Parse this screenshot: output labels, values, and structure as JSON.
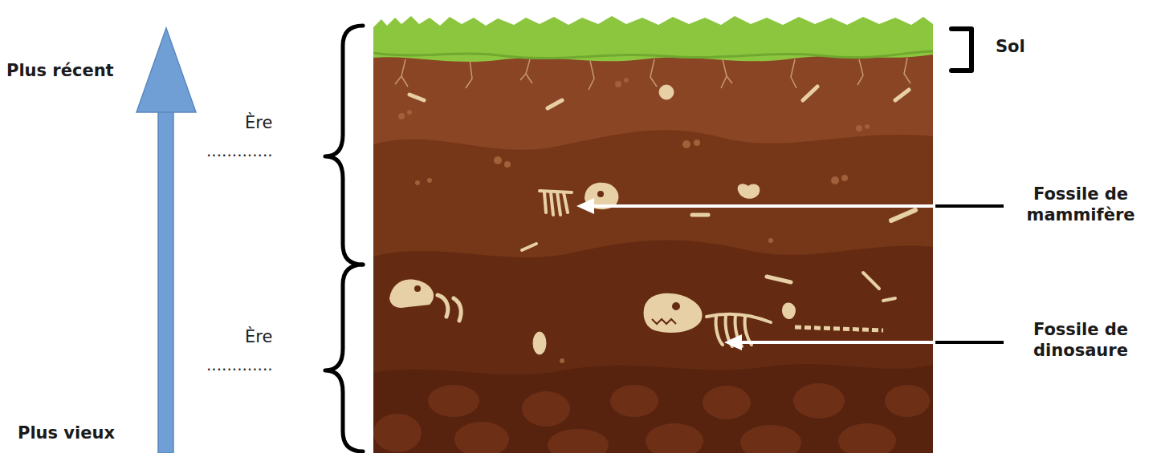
{
  "diagram": {
    "labels": [
      "Plus récent",
      "Ère",
      ".............",
      "Ère",
      ".............",
      "Plus vieux",
      "Sol",
      "Fossile de mammifère",
      "Fossile de dinosaure"
    ]
  }
}
